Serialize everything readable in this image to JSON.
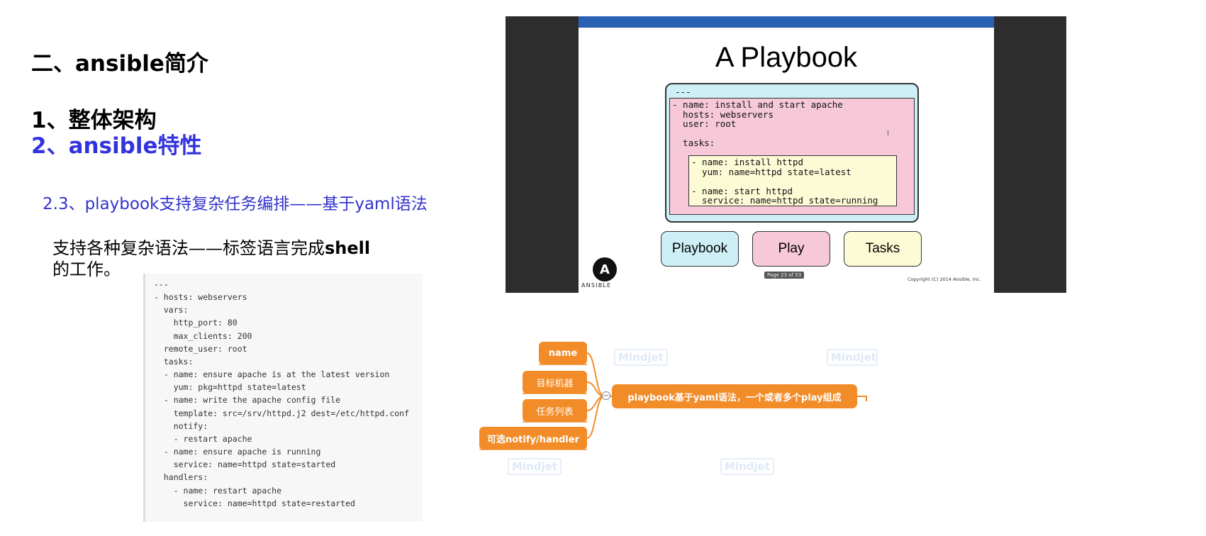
{
  "headings": {
    "main": "二、ansible简介",
    "sub1": "1、整体架构",
    "sub2": "2、ansible特性",
    "sub23": "2.3、playbook支持复杂任务编排——基于yaml语法"
  },
  "description": {
    "line1": "支持各种复杂语法——标签语言完成",
    "line1_bold": "shell",
    "line2": "的工作。"
  },
  "code_block": "---\n- hosts: webservers\n  vars:\n    http_port: 80\n    max_clients: 200\n  remote_user: root\n  tasks:\n  - name: ensure apache is at the latest version\n    yum: pkg=httpd state=latest\n  - name: write the apache config file\n    template: src=/srv/httpd.j2 dest=/etc/httpd.conf\n    notify:\n    - restart apache\n  - name: ensure apache is running\n    service: name=httpd state=started\n  handlers:\n    - name: restart apache\n      service: name=httpd state=restarted",
  "slide": {
    "title": "A Playbook",
    "play_dashes": "---",
    "play_code": "- name: install and start apache\n  hosts: webservers\n  user: root\n\n  tasks:",
    "task_code": "- name: install httpd\n  yum: name=httpd state=latest\n\n- name: start httpd\n  service: name=httpd state=running",
    "pills": {
      "playbook": "Playbook",
      "play": "Play",
      "tasks": "Tasks"
    },
    "logo_letter": "A",
    "logo_text": "ANSIBLE",
    "page_tag": "Page 23 of 53",
    "copyright": "Copyright (C) 2014 Ansible, Inc.",
    "cursor": "I",
    "colors": {
      "cyan": "#cdeff5",
      "pink": "#f6c8d8",
      "yellow": "#fdfbd5",
      "top_bar": "#2a62b3"
    }
  },
  "mindmap": {
    "root": "playbook基于yaml语法，一个或者多个play组成",
    "children": [
      "name",
      "目标机器",
      "任务列表",
      "可选notify/handler"
    ],
    "collapse_symbol": "−",
    "watermark": "Mindjet",
    "node_color": "#f28c28"
  }
}
